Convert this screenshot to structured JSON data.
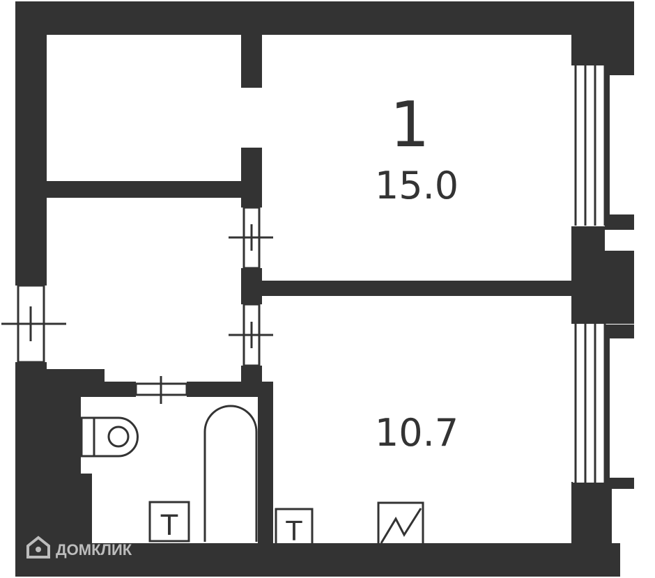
{
  "rooms": {
    "main_room_number": "1",
    "main_room_area": "15.0",
    "kitchen_area": "10.7"
  },
  "fixtures": {
    "bathroom_outlet_label": "T",
    "kitchen_outlet_label": "T"
  },
  "watermark": {
    "text": "ДОМКЛИК",
    "icon": "house-icon"
  },
  "colors": {
    "wall": "#333333",
    "background": "#ffffff"
  }
}
